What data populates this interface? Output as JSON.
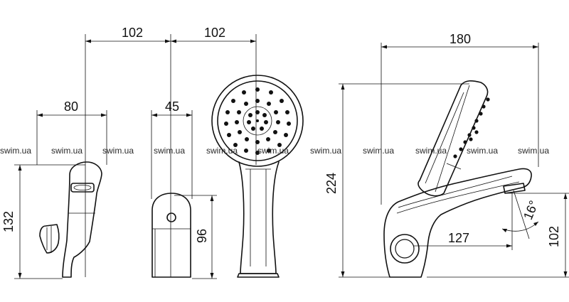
{
  "dimensions": {
    "d1": "102",
    "d2": "102",
    "d3": "80",
    "d4": "45",
    "d5": "180",
    "d6": "224",
    "d7": "132",
    "d8": "96",
    "d9": "127",
    "d10": "102",
    "angle": "16°"
  },
  "watermark": "swim.ua"
}
